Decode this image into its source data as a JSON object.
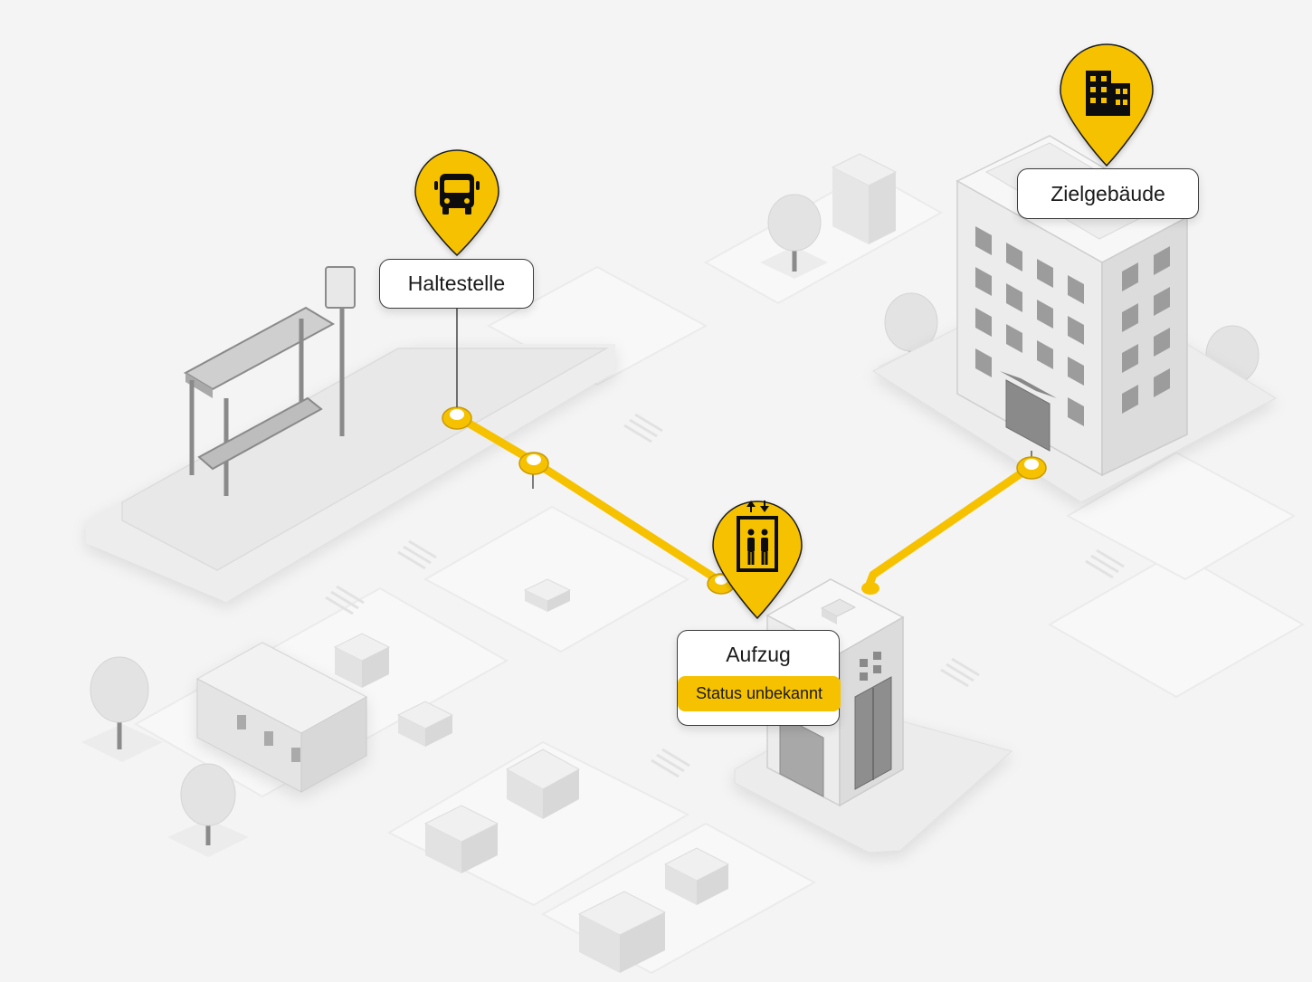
{
  "map": {
    "accent_color": "#f6c200",
    "ground_color": "#f4f4f4",
    "markers": [
      {
        "id": "bus-stop",
        "label": "Haltestelle",
        "icon": "bus-icon"
      },
      {
        "id": "elevator",
        "label": "Aufzug",
        "icon": "elevator-icon",
        "status": "Status unbekannt"
      },
      {
        "id": "destination",
        "label": "Zielgebäude",
        "icon": "office-building-icon"
      }
    ]
  }
}
